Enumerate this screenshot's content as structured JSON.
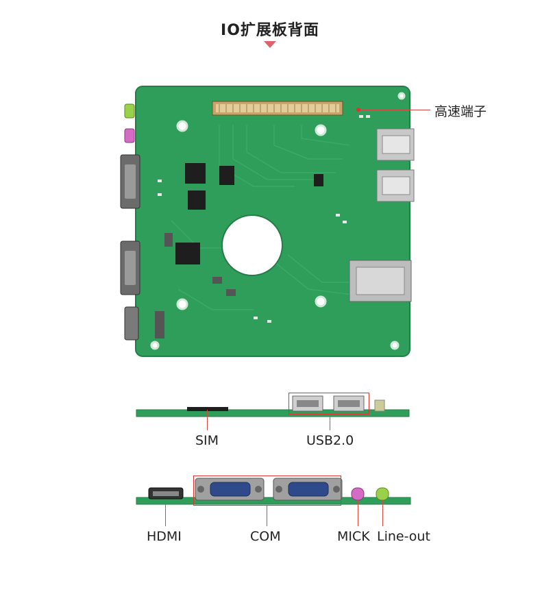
{
  "title": "IO扩展板背面",
  "labels": {
    "high_speed_connector": "高速端子",
    "sim": "SIM",
    "usb": "USB2.0",
    "hdmi": "HDMI",
    "com": "COM",
    "mick": "MICK",
    "line_out": "Line-out"
  },
  "colors": {
    "pcb_green": "#2e9e5a",
    "callout_red": "#d33333",
    "accent_pink": "#e0606e"
  }
}
